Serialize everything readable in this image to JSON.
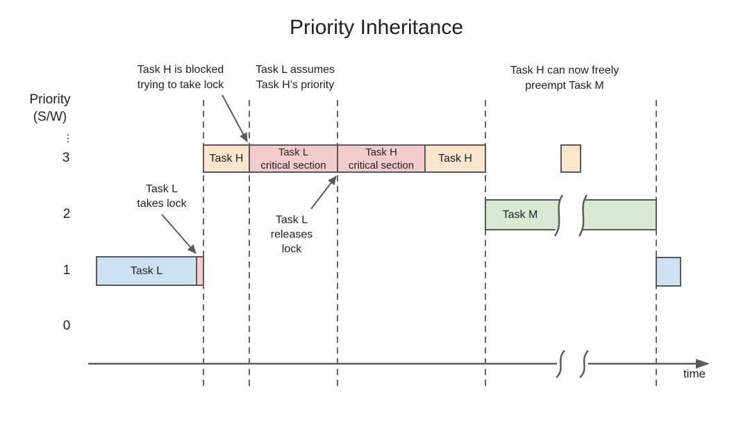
{
  "title": "Priority Inheritance",
  "y_axis": {
    "label_line1": "Priority",
    "label_line2": "(S/W)",
    "ellipsis": "⋮",
    "ticks": [
      "3",
      "2",
      "1",
      "0"
    ]
  },
  "x_axis": {
    "label": "time"
  },
  "tasks": {
    "task_h": "Task H",
    "task_l_critical": [
      "Task L",
      "critical section"
    ],
    "task_h_critical": [
      "Task H",
      "critical section"
    ],
    "task_h_again": "Task H",
    "task_m": "Task M",
    "task_l": "Task L"
  },
  "annotations": {
    "blocked": [
      "Task H is blocked",
      "trying to take lock"
    ],
    "assumes": [
      "Task L assumes",
      "Task H's priority"
    ],
    "takes_lock": [
      "Task L",
      "takes lock"
    ],
    "releases_lock": [
      "Task L",
      "releases",
      "lock"
    ],
    "preempt": [
      "Task H can now freely",
      "preempt Task M"
    ]
  },
  "colors": {
    "task_h_fill": "#fce5cd",
    "critical_fill": "#f4cccc",
    "task_m_fill": "#d9ead3",
    "task_l_fill": "#cfe2f3"
  }
}
